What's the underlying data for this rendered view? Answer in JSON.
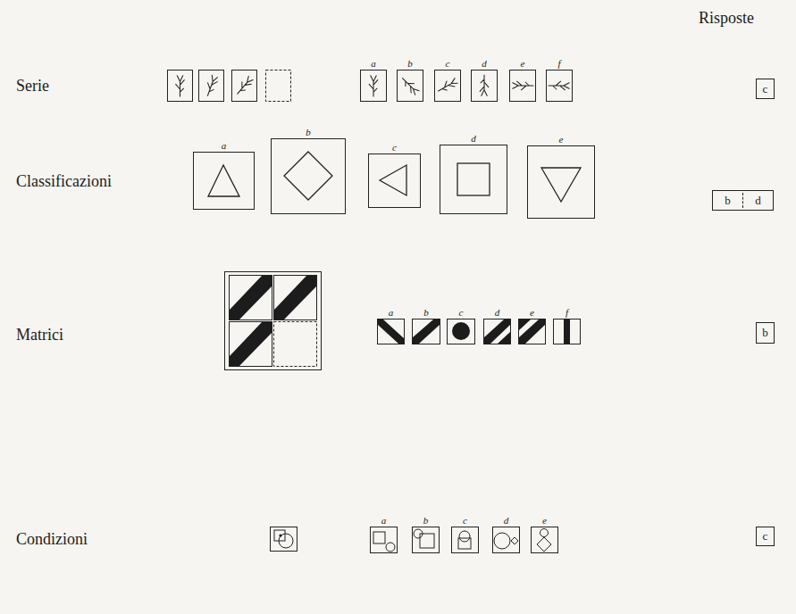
{
  "diagram": {
    "nodes": [
      {
        "text": [
          "a"
        ]
      },
      {
        "text": [
          "b"
        ]
      },
      {
        "text": [
          "c"
        ]
      },
      {
        "text": [
          "d"
        ]
      },
      {
        "text": [
          "e"
        ]
      },
      {
        "text": [
          "f"
        ]
      },
      {
        "text": [
          "c"
        ]
      },
      {
        "text": [
          "a"
        ]
      },
      {
        "text": [
          "b"
        ]
      },
      {
        "text": [
          "c"
        ]
      },
      {
        "text": [
          "d"
        ]
      },
      {
        "text": [
          "e"
        ]
      },
      {
        "text": [
          "b",
          "d"
        ]
      },
      {
        "text": [
          "a"
        ]
      },
      {
        "text": [
          "b"
        ]
      },
      {
        "text": [
          "c"
        ]
      },
      {
        "text": [
          "d"
        ]
      },
      {
        "text": [
          "e"
        ]
      },
      {
        "text": [
          "f"
        ]
      },
      {
        "text": [
          "b"
        ]
      },
      {
        "text": [
          "a"
        ]
      },
      {
        "text": [
          "b"
        ]
      },
      {
        "text": [
          "c"
        ]
      },
      {
        "text": [
          "d"
        ]
      },
      {
        "text": [
          "e"
        ]
      },
      {
        "text": [
          "c"
        ]
      }
    ],
    "labels": [
      "Risposte",
      "Serie",
      "Classificazioni",
      "Matrici",
      "Condizioni"
    ]
  }
}
